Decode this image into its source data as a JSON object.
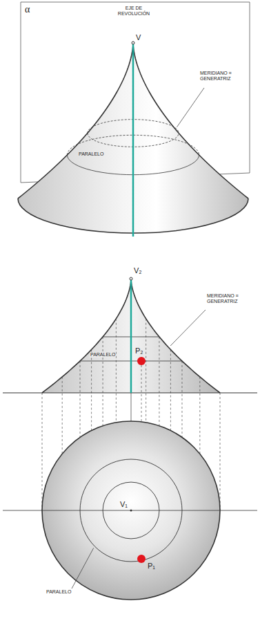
{
  "diagram": {
    "labels": [
      "α",
      "EJE DE REVOLUCIÓN",
      "V",
      "MERIDIANO ≡ GENERATRIZ",
      "PARALELO",
      "V₂",
      "MERIDIANO ≡ GENERATRIZ",
      "PARALELO",
      "P₂",
      "V₁",
      "PARALELO",
      "P₁"
    ]
  }
}
